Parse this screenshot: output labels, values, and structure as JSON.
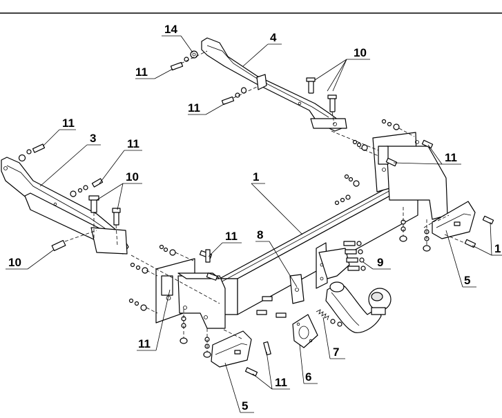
{
  "callouts": {
    "part_1": "1",
    "part_3": "3",
    "part_4": "4",
    "part_5_right": "5",
    "part_5_bottom": "5",
    "part_6": "6",
    "part_7": "7",
    "part_8": "8",
    "part_9": "9",
    "part_10_top": "10",
    "part_10_mid": "10",
    "part_10_left": "10",
    "part_10_right_edge": "1",
    "part_11_top_left": "11",
    "part_11_top_mid": "11",
    "part_11_left_top": "11",
    "part_11_left_mid": "11",
    "part_11_right": "11",
    "part_11_center": "11",
    "part_11_bottom_left": "11",
    "part_11_bottom": "11",
    "part_14": "14"
  },
  "colors": {
    "line": "#000000",
    "background": "#ffffff",
    "shade": "#e6e6e6"
  }
}
